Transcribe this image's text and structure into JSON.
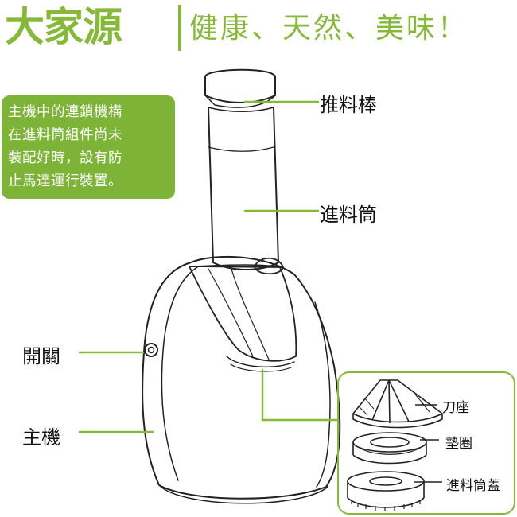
{
  "header": {
    "brand": "大家源",
    "slogan": "健康、天然、美味！"
  },
  "info_box": {
    "lines": [
      "主機中的連鎖機構",
      "在進料筒組件尚未",
      "裝配好時，設有防",
      "止馬達運行裝置。"
    ]
  },
  "labels": {
    "pusher": "推料棒",
    "feed_tube": "進料筒",
    "switch": "開關",
    "main_unit": "主機",
    "blade_seat": "刀座",
    "gasket": "墊圈",
    "tube_cover": "進料筒蓋"
  },
  "colors": {
    "accent": "#86b83a",
    "box": "#7db336",
    "line": "#222222"
  }
}
